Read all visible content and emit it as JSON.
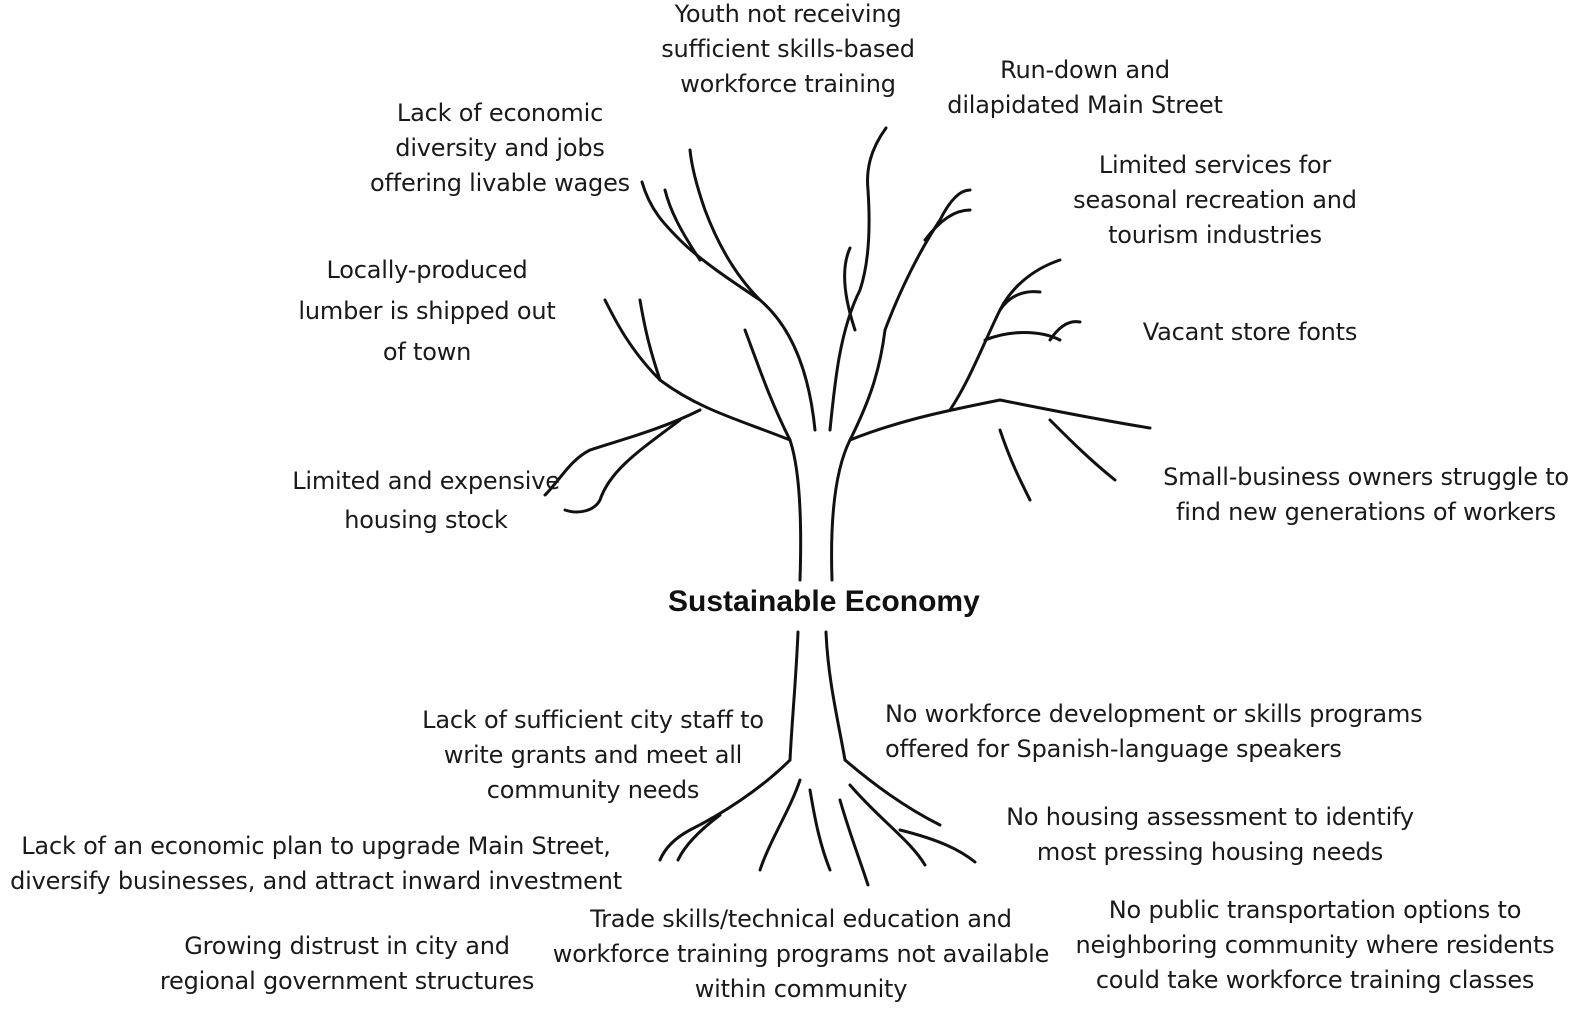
{
  "title": "Sustainable Economy",
  "branches": {
    "youth_training": "Youth not receiving\nsufficient skills-based\nworkforce training",
    "main_street": "Run-down and\ndilapidated Main Street",
    "economic_diversity": "Lack of economic\ndiversity and jobs\noffering livable wages",
    "seasonal_services": "Limited services for\nseasonal recreation and\ntourism industries",
    "lumber": "Locally-produced\nlumber is shipped out\nof town",
    "vacant_stores": "Vacant store fonts",
    "housing_stock": "Limited and expensive\nhousing stock",
    "small_business": "Small-business owners struggle to\nfind new generations of workers"
  },
  "roots": {
    "city_staff": "Lack of sufficient city staff to\nwrite grants and meet all\ncommunity needs",
    "spanish_programs": "No workforce development or skills programs\noffered for Spanish-language speakers",
    "housing_assessment": "No housing assessment to identify\nmost pressing housing needs",
    "economic_plan": "Lack of an economic plan to upgrade Main Street,\ndiversify businesses, and attract inward investment",
    "public_transport": "No public transportation options to\nneighboring community where residents\ncould take workforce training classes",
    "trade_skills": "Trade skills/technical education and\nworkforce training programs not available\nwithin community",
    "distrust": "Growing distrust in city and\nregional government structures"
  }
}
